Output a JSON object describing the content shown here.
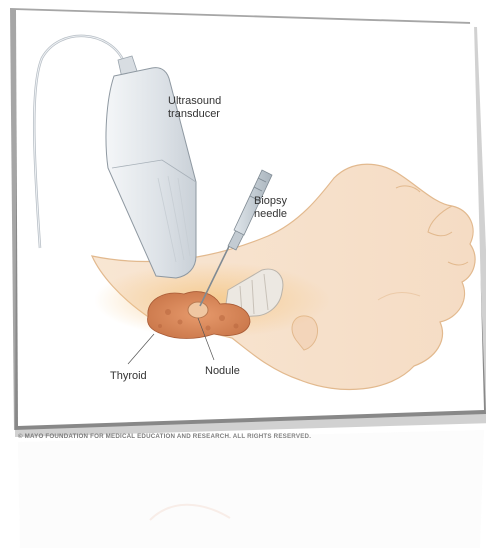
{
  "labels": {
    "transducer_line1": "Ultrasound",
    "transducer_line2": "transducer",
    "needle_line1": "Biopsy",
    "needle_line2": "needle",
    "thyroid": "Thyroid",
    "nodule": "Nodule"
  },
  "copyright": "© MAYO FOUNDATION FOR MEDICAL EDUCATION AND RESEARCH. ALL RIGHTS RESERVED.",
  "colors": {
    "skin": "#f6dfc7",
    "skin_outline": "#e2b98e",
    "thyroid": "#d98a5c",
    "nodule": "#f0c7a2",
    "transducer": "#e9ecef",
    "frame_shadow": "#6c6c6c"
  }
}
